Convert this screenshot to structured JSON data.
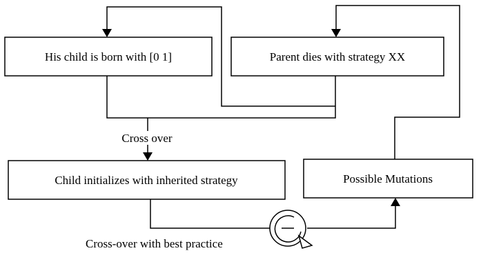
{
  "diagram": {
    "nodes": {
      "child_born": "His child is born with [0 1]",
      "parent_dies": "Parent dies with strategy XX",
      "child_init": "Child initializes with inherited strategy",
      "mutations": "Possible Mutations"
    },
    "edge_labels": {
      "cross_over": "Cross over",
      "best_practice": "Cross-over with best practice"
    },
    "colors": {
      "stroke": "#000000",
      "background": "#ffffff"
    }
  }
}
